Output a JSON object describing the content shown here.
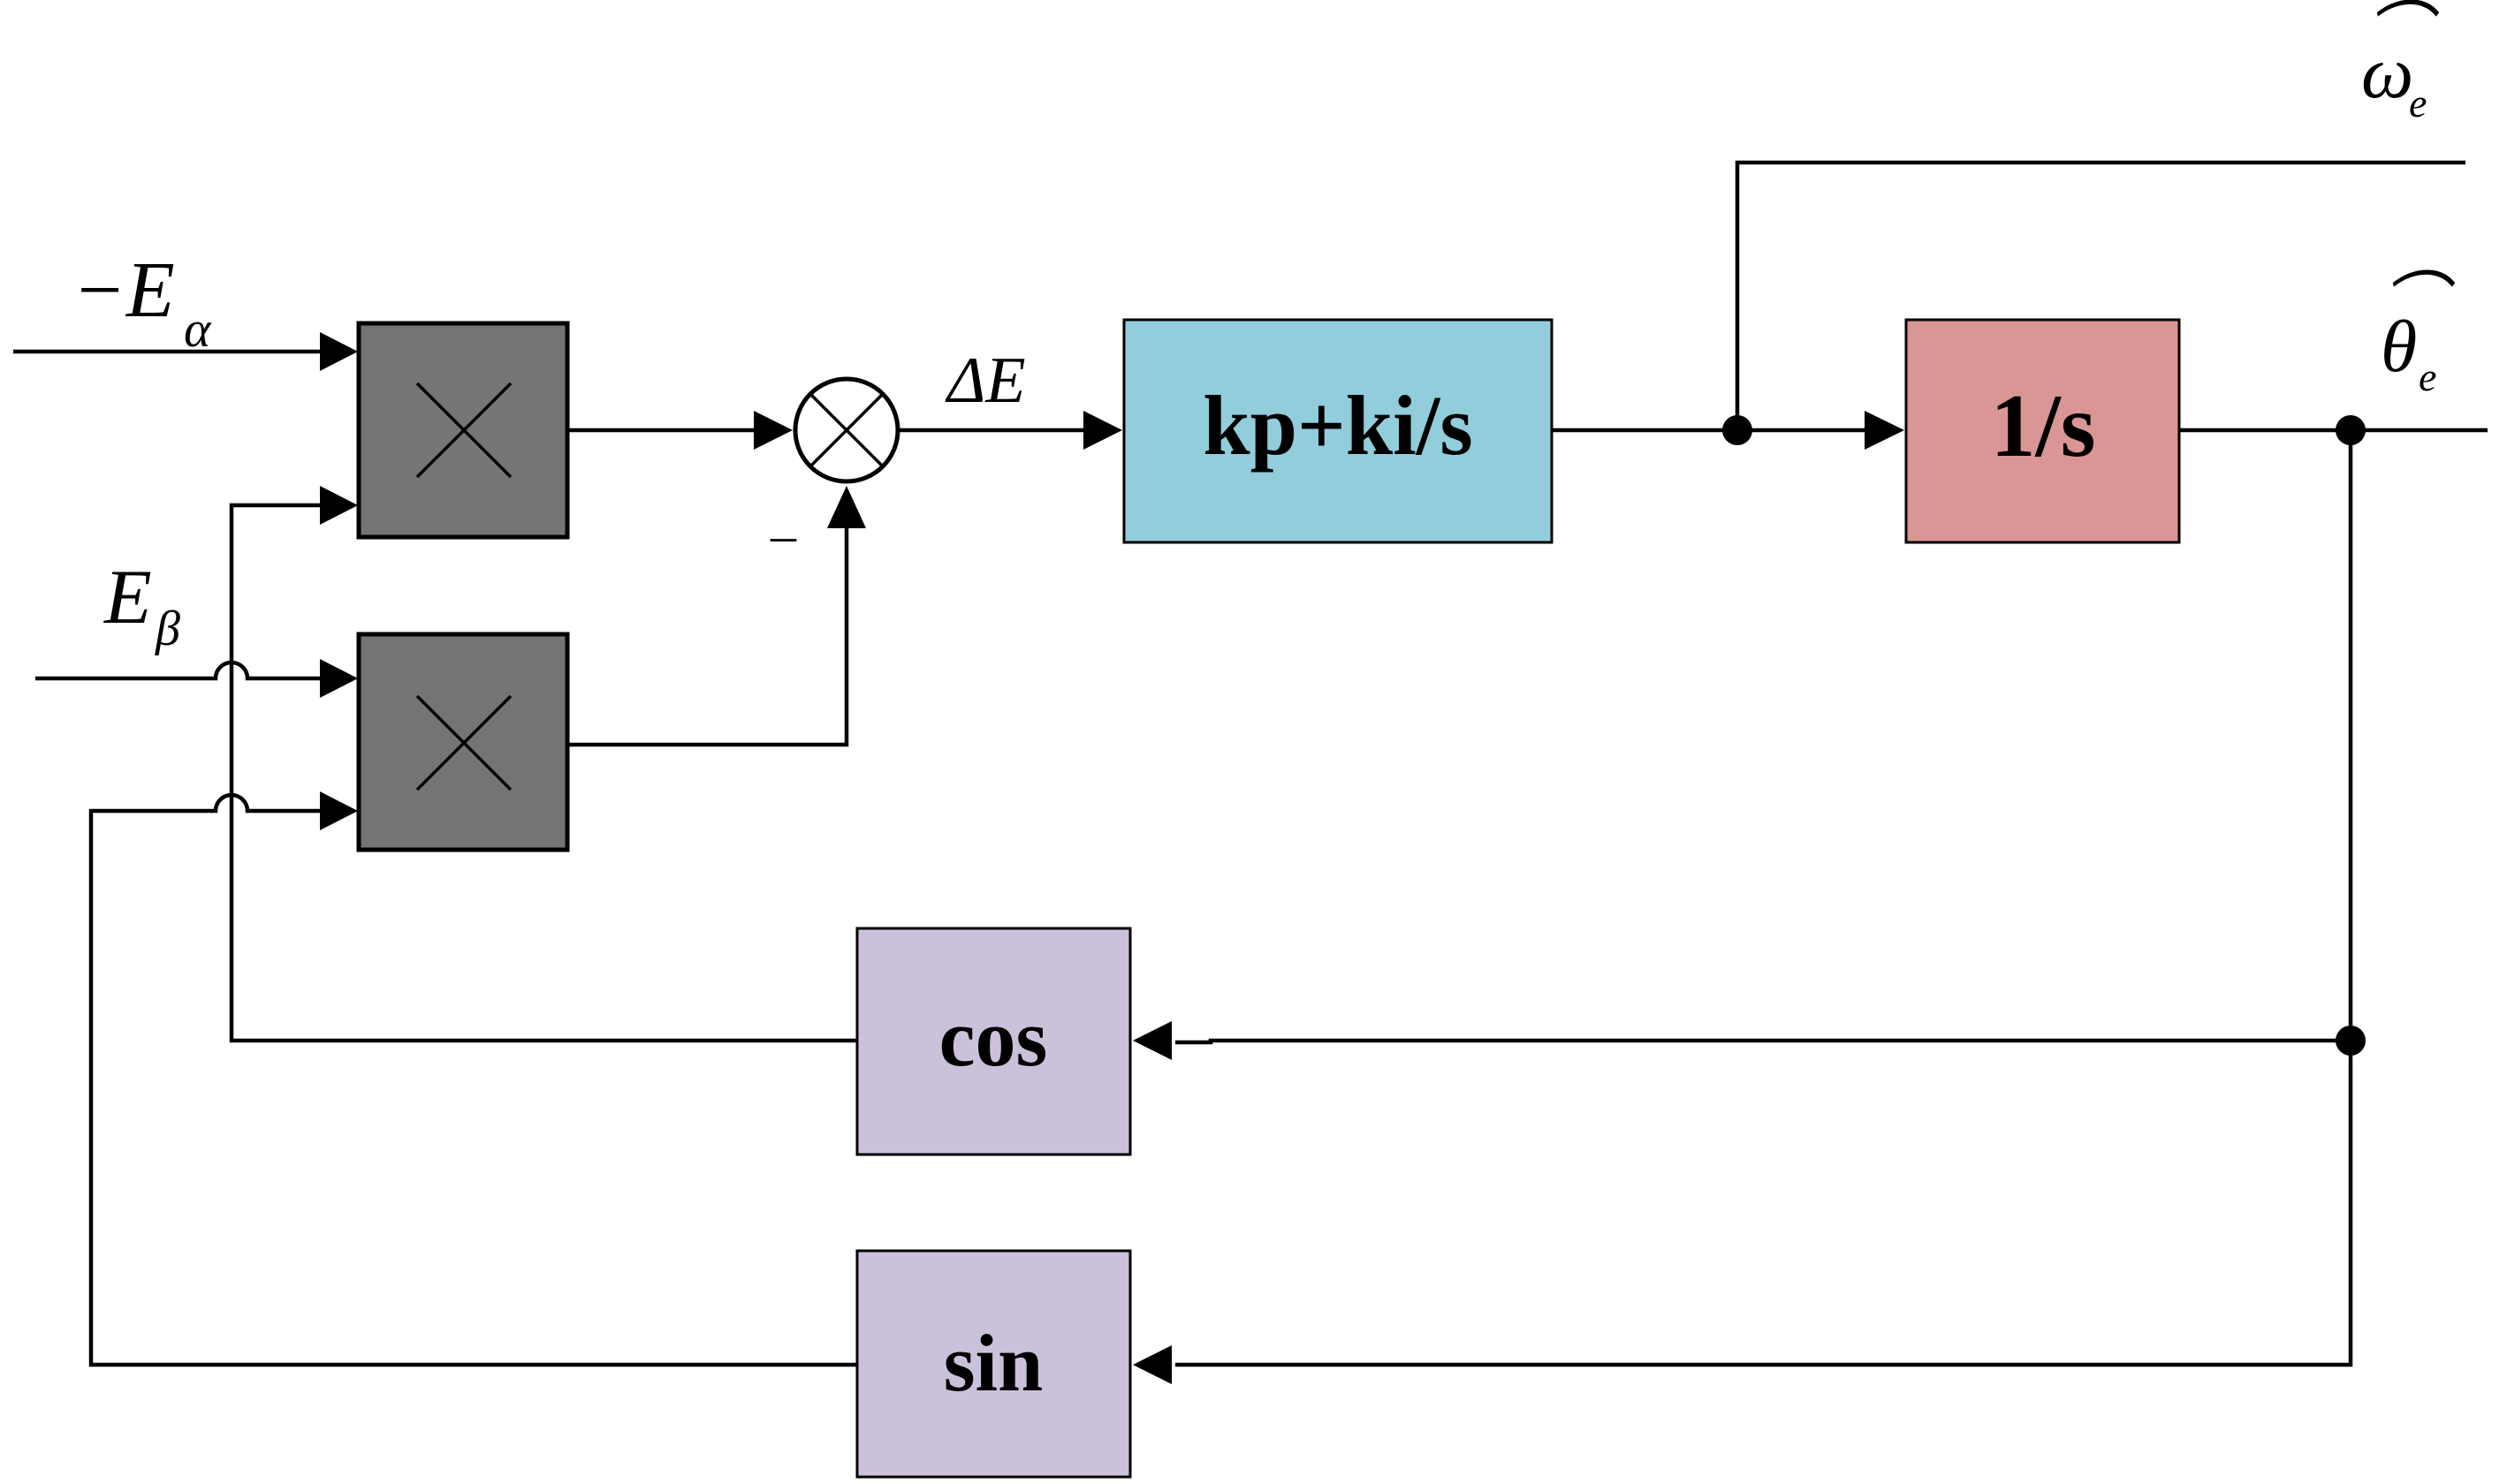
{
  "blocks": {
    "pi": {
      "label": "kp+ki/s",
      "color": "#92CDDC"
    },
    "integrator": {
      "label": "1/s",
      "color": "#D99694"
    },
    "cos": {
      "label": "cos",
      "color": "#CCC1DA"
    },
    "sin": {
      "label": "sin",
      "color": "#CCC1DA"
    }
  },
  "signals": {
    "neg_e_alpha": {
      "main": "−E",
      "sub": "α"
    },
    "e_beta": {
      "main": "E",
      "sub": "β"
    },
    "delta_e": {
      "main": "ΔE"
    },
    "omega_hat": {
      "main": "ω",
      "sub": "e",
      "hat": "⌒"
    },
    "theta_hat": {
      "main": "θ",
      "sub": "e",
      "hat": "⌒"
    },
    "minus_sign": "–"
  },
  "colors": {
    "multiplier": "#757575",
    "wire": "#000000"
  }
}
